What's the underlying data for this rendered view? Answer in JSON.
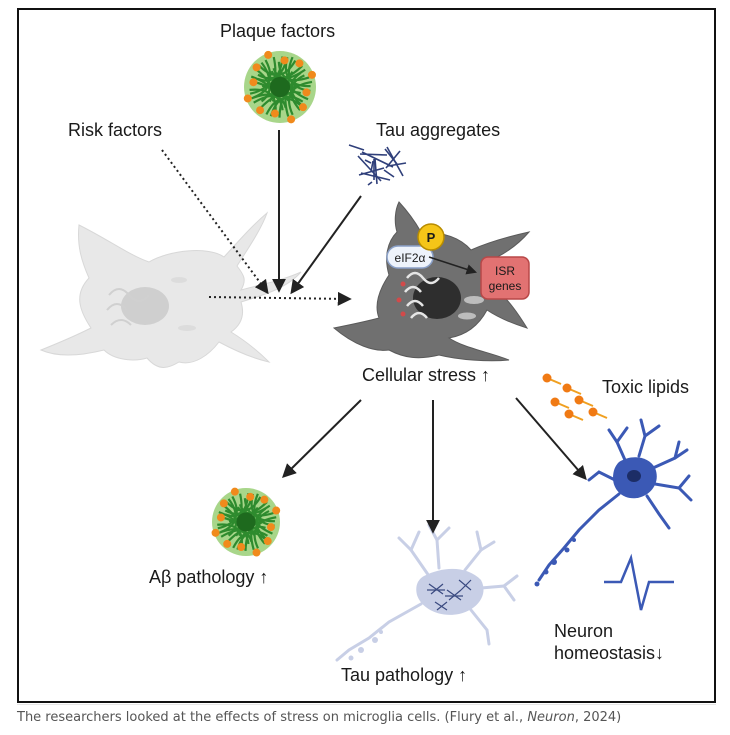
{
  "labels": {
    "plaque_factors": "Plaque factors",
    "risk_factors": "Risk factors",
    "tau_aggregates": "Tau aggregates",
    "cellular_stress": "Cellular stress ↑",
    "toxic_lipids": "Toxic lipids",
    "abeta_pathology": "Aβ pathology ↑",
    "tau_pathology": "Tau pathology ↑",
    "neuron_line1": "Neuron",
    "neuron_line2": "homeostasis↓"
  },
  "cell_labels": {
    "phospho": "P",
    "eif2a": "eIF2α",
    "isr_line1": "ISR",
    "isr_line2": "genes"
  },
  "caption": {
    "prefix": "The researchers looked at the effects of stress on microglia cells. (Flury et al., ",
    "journal": "Neuron",
    "suffix": ", 2024)"
  },
  "colors": {
    "stressed_cell": "#6e6e6e",
    "resting_cell": "#e9e9e9",
    "plaque_green": "#2e8b2e",
    "plaque_orange": "#f08a1c",
    "tau_navy": "#2f3f7a",
    "neuron_blue": "#3b59b5",
    "isr_red": "#e06a6a",
    "phospho_yellow": "#f5c518",
    "lipid_orange": "#f0a020"
  }
}
